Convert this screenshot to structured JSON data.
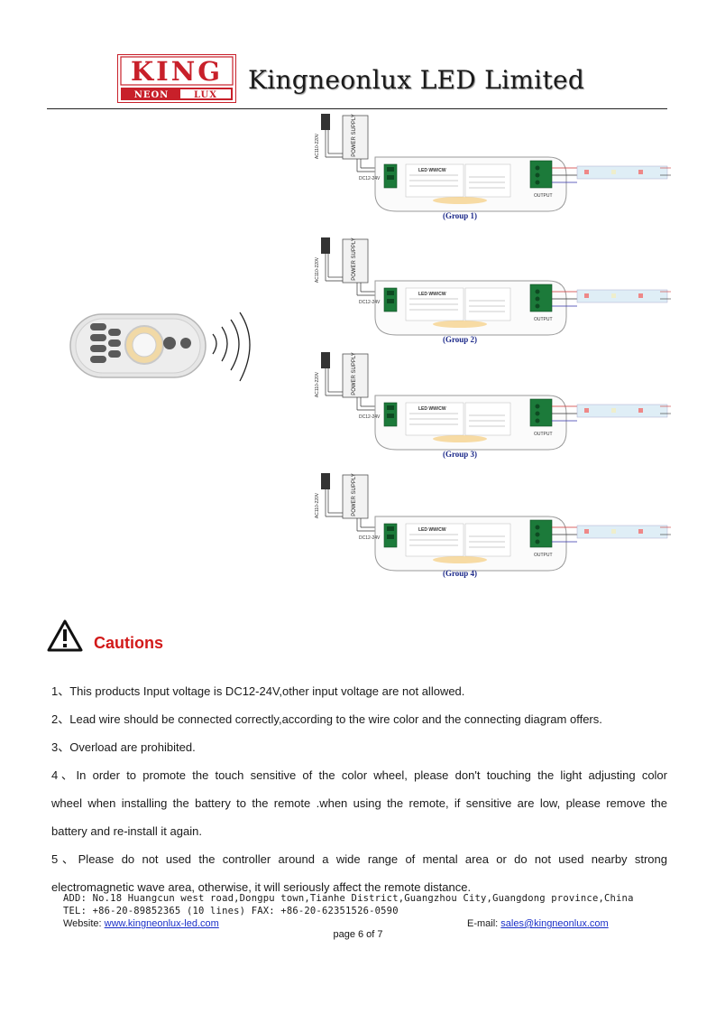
{
  "header": {
    "logo": {
      "main": "KING",
      "sub_left": "NEON",
      "sub_right": "LUX"
    },
    "company_name": "Kingneonlux LED Limited"
  },
  "diagram": {
    "power_supply_label": "POWER SUPPLY",
    "input_label": "AC110-220V",
    "dc_label": "DC12-24V",
    "controller_label": "LED WW/CW",
    "output_label": "OUTPUT",
    "groups": [
      "(Group 1)",
      "(Group 2)",
      "(Group 3)",
      "(Group 4)"
    ]
  },
  "cautions": {
    "title": "Cautions",
    "items": [
      "1、This products Input voltage is DC12-24V,other input voltage are not allowed.",
      "2、Lead wire should be connected correctly,according to the wire color and the connecting diagram offers.",
      "3、Overload are prohibited.",
      "4、In order to promote the touch sensitive of the color wheel, please don't touching the light adjusting color",
      "wheel when installing the battery to the remote .when using the remote, if sensitive are low, please remove the",
      "battery and re-install it again.",
      "5、Please do not used the controller around a wide range of mental area or do not used nearby strong",
      "electromagnetic wave area, otherwise,  it will seriously affect the remote distance."
    ]
  },
  "footer": {
    "address": "ADD: No.18 Huangcun west road,Dongpu town,Tianhe District,Guangzhou City,Guangdong province,China",
    "tel": "TEL: +86-20-89852365 (10 lines) FAX: +86-20-62351526-0590",
    "website_label": "Website: ",
    "website": "www.kingneonlux-led.com",
    "email_label": "E-mail: ",
    "email": "sales@kingneonlux.com",
    "page": "page 6 of 7"
  },
  "colors": {
    "logo_red": "#c8202a",
    "caution_red": "#d21a1a",
    "group_blue": "#1d2a8a",
    "link_blue": "#1a2fc8"
  }
}
